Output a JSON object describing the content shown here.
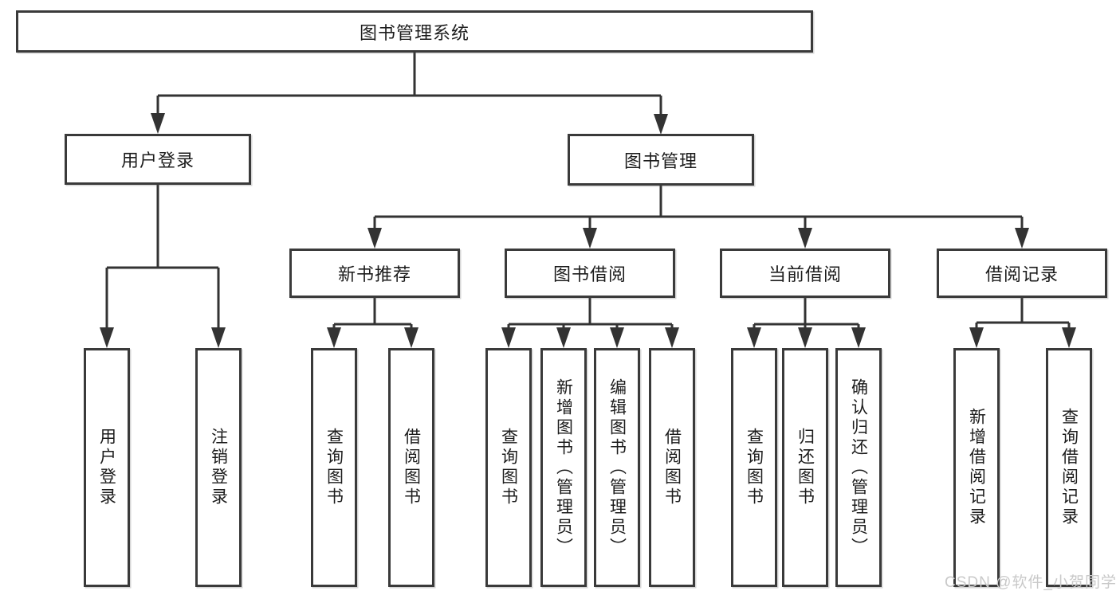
{
  "tree": {
    "root": {
      "label": "图书管理系统"
    },
    "branches": [
      {
        "label": "用户登录",
        "children": [
          {
            "label": "用户登录"
          },
          {
            "label": "注销登录"
          }
        ]
      },
      {
        "label": "图书管理",
        "children": [
          {
            "label": "新书推荐",
            "children": [
              {
                "label": "查询图书"
              },
              {
                "label": "借阅图书"
              }
            ]
          },
          {
            "label": "图书借阅",
            "children": [
              {
                "label": "查询图书"
              },
              {
                "label": "新增图书（管理员）"
              },
              {
                "label": "编辑图书（管理员）"
              },
              {
                "label": "借阅图书"
              }
            ]
          },
          {
            "label": "当前借阅",
            "children": [
              {
                "label": "查询图书"
              },
              {
                "label": "归还图书"
              },
              {
                "label": "确认归还（管理员）"
              }
            ]
          },
          {
            "label": "借阅记录",
            "children": [
              {
                "label": "新增借阅记录"
              },
              {
                "label": "查询借阅记录"
              }
            ]
          }
        ]
      }
    ]
  },
  "colors": {
    "line": "#333333",
    "border": "#3a3a3a",
    "text": "#1c1c1c",
    "watermark": "#c9c9c9"
  },
  "watermark": "CSDN @软件_小贺同学"
}
